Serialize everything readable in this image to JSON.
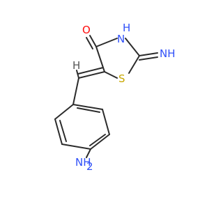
{
  "molecule": {
    "atoms": [
      {
        "id": "O",
        "label": "O",
        "color": "#ff0d0d"
      },
      {
        "id": "N3",
        "label": "N",
        "color": "#3050f8"
      },
      {
        "id": "H3",
        "label": "H",
        "color": "#3050f8"
      },
      {
        "id": "NH",
        "label": "NH",
        "color": "#3050f8"
      },
      {
        "id": "S",
        "label": "S",
        "color": "#c8a800"
      },
      {
        "id": "NH2",
        "label": "NH",
        "color": "#3050f8"
      },
      {
        "id": "sub2",
        "label": "2",
        "color": "#3050f8"
      },
      {
        "id": "Hz",
        "label": "H",
        "color": "#555555"
      }
    ],
    "bond_color": "#2b2b2b"
  }
}
